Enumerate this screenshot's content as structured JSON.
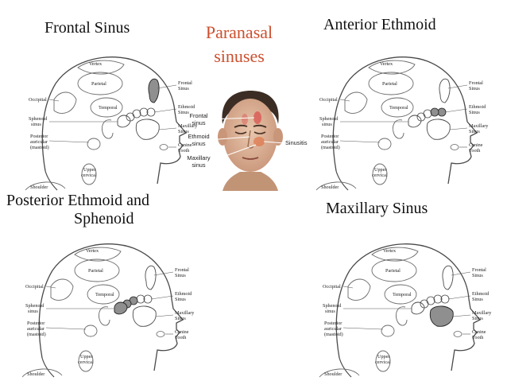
{
  "titles": {
    "frontal": "Frontal  Sinus",
    "anterior": "Anterior  Ethmoid",
    "posterior_line1": "Posterior Ethmoid and",
    "posterior_line2": "Sphenoid",
    "maxillary": "Maxillary Sinus",
    "center_line1": "Paranasal",
    "center_line2": "sinuses"
  },
  "head_labels": {
    "vertex": "Vertex",
    "parietal": "Parietal",
    "occipital": "Occipital",
    "temporal": "Temporal",
    "sphenoid": "Sphenoid",
    "sinus": "sinus",
    "posterior": "Posterior",
    "auricular": "auricular",
    "mastoid": "(mastoid)",
    "upper": "Upper",
    "cervical": "cervical",
    "shoulder": "Shoulder",
    "frontal": "Frontal",
    "frontal_sinus": "Sinus",
    "ethmoid": "Ethmoid",
    "ethmoid_sinus": "Sinus",
    "maxillary": "Maxillary",
    "maxillary_sinus": "Sinus",
    "canine": "Canine",
    "tooth": "Tooth"
  },
  "face_labels": {
    "frontal1": "Frontal",
    "frontal2": "sinus",
    "ethmoid1": "Ethmoid",
    "ethmoid2": "sinus",
    "maxillary1": "Maxillary",
    "maxillary2": "sinus",
    "sinusitis": "Sinusitis"
  },
  "colors": {
    "highlight": "#8f8f8f",
    "outline": "#4a4a4a",
    "accent": "#cc4f2e"
  }
}
